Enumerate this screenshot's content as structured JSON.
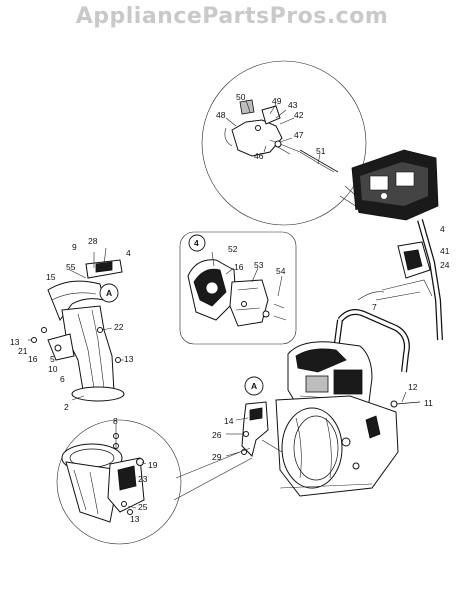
{
  "watermark": "AppliancePartsPros.com",
  "callouts": {
    "a": "A",
    "four": "4"
  },
  "labels": {
    "n50": "50",
    "n49": "49",
    "n43": "43",
    "n42": "42",
    "n48": "48",
    "n47": "47",
    "n46": "46",
    "n51": "51",
    "n9": "9",
    "n28": "28",
    "n4": "4",
    "n15": "15",
    "n55": "55",
    "n22": "22",
    "n13a": "13",
    "n21": "21",
    "n16a": "16",
    "n5": "5",
    "n10": "10",
    "n6": "6",
    "n13b": "13",
    "n2": "2",
    "n52": "52",
    "n16b": "16",
    "n53": "53",
    "n54": "54",
    "n4b": "4",
    "n41": "41",
    "n24": "24",
    "n7": "7",
    "n12": "12",
    "n11": "11",
    "n14": "14",
    "n26": "26",
    "n29": "29",
    "n8": "8",
    "n19": "19",
    "n23": "23",
    "n25": "25",
    "n13c": "13"
  }
}
